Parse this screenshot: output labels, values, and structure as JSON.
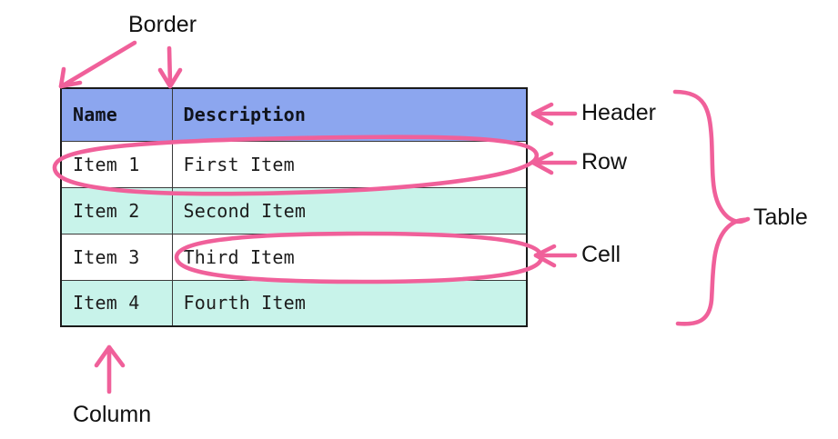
{
  "diagram": {
    "title_present": false,
    "accent_color": "#F0609A",
    "header_bg": "#8CA6EF",
    "stripe_bg": "#C8F3EA",
    "row_bg": "#FFFFFF",
    "border_color": "#1A1A1A"
  },
  "table": {
    "columns": [
      "Name",
      "Description"
    ],
    "rows": [
      {
        "name": "Item 1",
        "description": "First Item"
      },
      {
        "name": "Item 2",
        "description": "Second Item"
      },
      {
        "name": "Item 3",
        "description": "Third Item"
      },
      {
        "name": "Item 4",
        "description": "Fourth Item"
      }
    ]
  },
  "annotations": {
    "border": "Border",
    "header": "Header",
    "row": "Row",
    "cell": "Cell",
    "table": "Table",
    "column": "Column"
  }
}
